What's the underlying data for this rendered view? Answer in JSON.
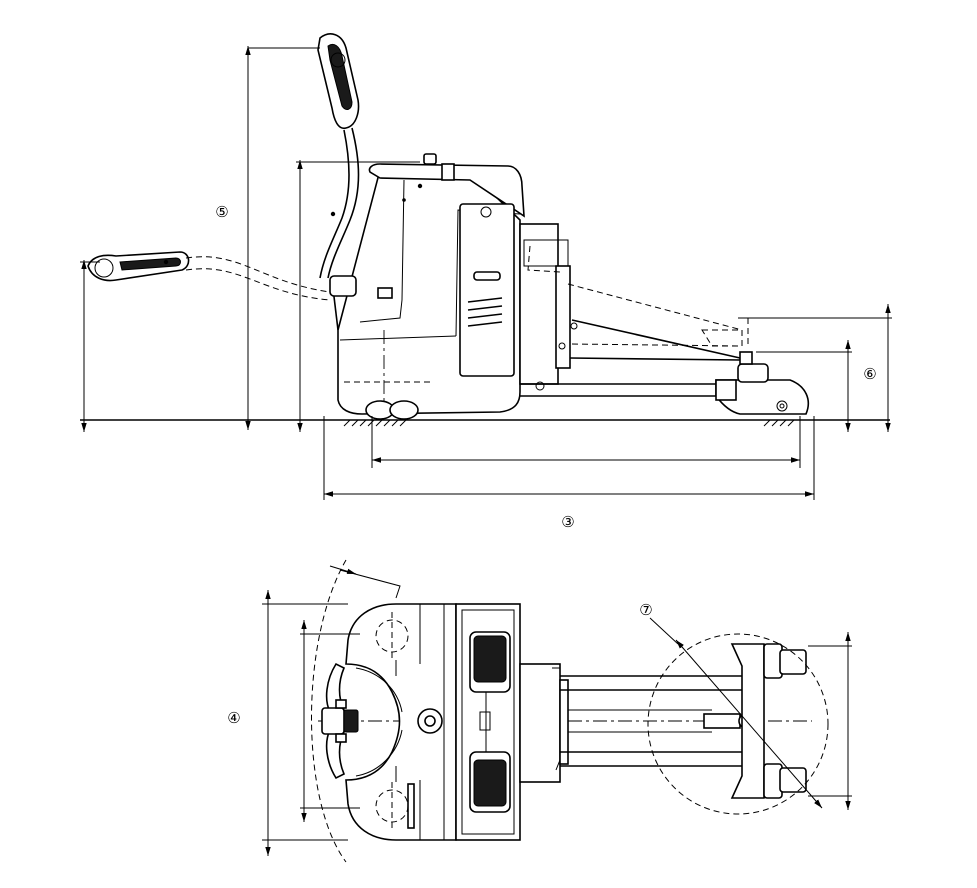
{
  "callouts": {
    "c3": "③",
    "c4": "④",
    "c5": "⑤",
    "c6": "⑥",
    "c7": "⑦"
  }
}
